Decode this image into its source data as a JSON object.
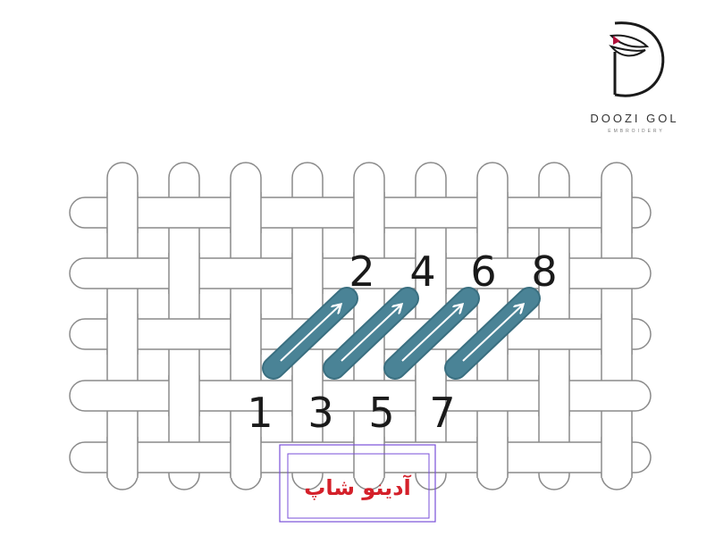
{
  "logo": {
    "name": "DOOZI GOL",
    "tagline": "EMBROIDERY",
    "accent_color": "#b0103a"
  },
  "diagram": {
    "weave_color": "#ffffff",
    "weave_stroke": "#8a8a8a",
    "stitch_color": "#4a8396",
    "stitch_border": "#3a6f80",
    "top_labels": [
      "2",
      "4",
      "6",
      "8"
    ],
    "bottom_labels": [
      "1",
      "3",
      "5",
      "7"
    ],
    "stitch_count": 4
  },
  "watermark": {
    "text": "آدینو شاپ",
    "text_color": "#d4202a",
    "frame_color": "#7a4fd8"
  }
}
